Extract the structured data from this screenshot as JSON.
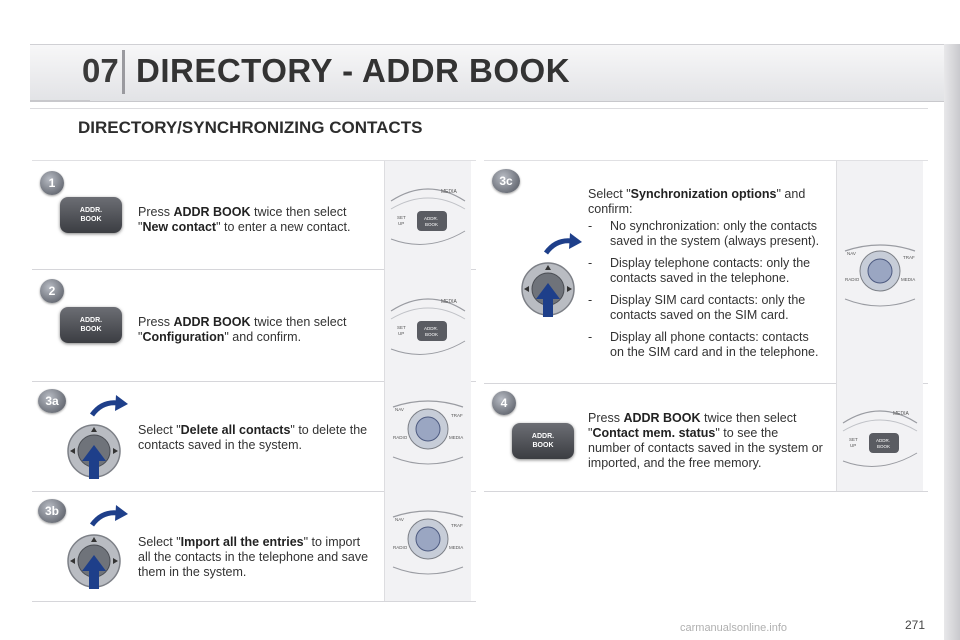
{
  "header": {
    "chapter": "07",
    "title": "DIRECTORY - ADDR BOOK"
  },
  "subtitle": "DIRECTORY/SYNCHRONIZING CONTACTS",
  "steps": {
    "s1": {
      "badge": "1",
      "pre": "Press ",
      "key": "ADDR BOOK",
      "mid": " twice then select \"",
      "option": "New contact",
      "post": "\" to enter a new contact."
    },
    "s2": {
      "badge": "2",
      "pre": "Press ",
      "key": "ADDR BOOK",
      "mid": " twice then select \"",
      "option": "Configuration",
      "post": "\" and confirm."
    },
    "s3a": {
      "badge": "3a",
      "pre": "Select \"",
      "option": "Delete all contacts",
      "post": "\" to delete the contacts saved in the system."
    },
    "s3b": {
      "badge": "3b",
      "pre": "Select \"",
      "option": "Import all the entries",
      "post": "\" to import all the contacts in the telephone and save them in the system."
    },
    "s3c": {
      "badge": "3c",
      "pre": "Select \"",
      "option": "Synchronization options",
      "post": "\" and confirm:",
      "items": [
        "No synchronization: only the contacts saved in the system (always present).",
        "Display telephone contacts: only the contacts saved in the telephone.",
        "Display SIM card contacts: only the contacts saved on the SIM card.",
        "Display all phone contacts: contacts on the SIM card and in the telephone."
      ],
      "dash": "-"
    },
    "s4": {
      "badge": "4",
      "pre": "Press ",
      "key": "ADDR BOOK",
      "mid": " twice then select \"",
      "option": "Contact mem. status",
      "post": "\" to see the number of contacts saved in the system or imported, and the free memory."
    }
  },
  "button_label_line1": "ADDR.",
  "button_label_line2": "BOOK",
  "panel_labels": {
    "media": "MEDIA",
    "setup_1": "SET",
    "setup_2": "UP",
    "addr_1": "ADDR.",
    "addr_2": "BOOK",
    "nav": "NAV",
    "traf": "TRAF",
    "radio": "RADIO"
  },
  "page_number": "271",
  "watermark": "carmanualsonline.info",
  "colors": {
    "badge": "#6d717a",
    "button": "#4a4c52",
    "arrow": "#1e3f8a"
  }
}
